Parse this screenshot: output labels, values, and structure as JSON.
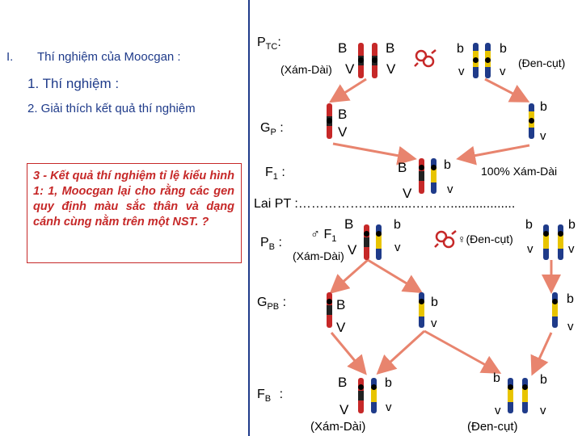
{
  "section": {
    "roman": "I.",
    "title": "Thí nghiệm của Moocgan :"
  },
  "items": {
    "item1": "1. Thí nghiệm :",
    "item2": "2. Giải thích kết quả thí nghiệm",
    "item3": "3 -  Kết quả thí nghiệm tỉ lệ kiểu hình 1: 1, Moocgan lại cho rằng các gen quy định màu sắc thân và dạng cánh cùng nằm trên một NST. ?"
  },
  "diagram": {
    "ptc": {
      "label": "P",
      "sub": "TC",
      "colon": ":"
    },
    "gp": {
      "label": "G",
      "sub": "P",
      "colon": ":"
    },
    "f1": {
      "label": "F",
      "sub": "1",
      "colon": ":"
    },
    "laipt": "Lai PT :………………..........………..................",
    "pb": {
      "label": "P",
      "sub": "B",
      "colon": ":"
    },
    "gpb": {
      "label": "G",
      "sub": "PB",
      "colon": ":"
    },
    "fb": {
      "label": "F",
      "sub": "B",
      "colon": ":"
    },
    "alleles": {
      "B": "B",
      "V": "V",
      "b": "b",
      "v": "v"
    },
    "phenotypes": {
      "xam_dai": "(Xám-Dài)",
      "den_cut": "(Đen-cụt)",
      "f1_result": "100% Xám-Dài",
      "female_den_cut": "♀(Đen-cụt)",
      "male_f1": "♂ F"
    },
    "f1_sub": "1",
    "cross_symbol": "♂♀",
    "colors": {
      "chromosome_red": "#c62828",
      "chromosome_black": "#222222",
      "chromosome_blue": "#1f3b8a",
      "chromosome_yellow": "#e8c400",
      "arrow_salmon": "#e8846e"
    }
  }
}
